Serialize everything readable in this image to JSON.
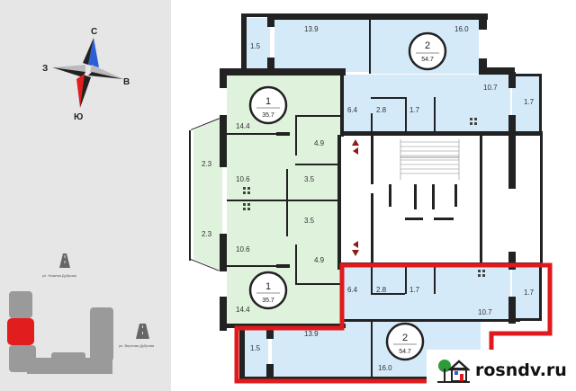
{
  "compass": {
    "north": "С",
    "south": "Ю",
    "west": "З",
    "east": "В"
  },
  "streets": {
    "top": "ул. Нижняя Дуброва",
    "right": "ул. Верхняя Дуброва"
  },
  "apartments": {
    "top_two_room": {
      "rooms": "2",
      "area": "54.7",
      "balcony": "1.5",
      "room_a": "13.9",
      "room_b": "16.0",
      "hall": "6.4",
      "bath": "2.8",
      "wc": "1.7",
      "kitchen": "10.7",
      "loggia": "1.7"
    },
    "upper_one_room": {
      "rooms": "1",
      "area": "35.7",
      "room": "14.4",
      "hall": "4.9",
      "bay": "2.3",
      "kitchen": "10.6",
      "bath": "3.5"
    },
    "lower_one_room": {
      "rooms": "1",
      "area": "35.7",
      "room": "14.4",
      "hall": "4.9",
      "bay": "2.3",
      "kitchen": "10.6",
      "bath": "3.5"
    },
    "bottom_two_room": {
      "rooms": "2",
      "area": "54.7",
      "balcony": "1.5",
      "room_a": "13.9",
      "room_b": "16.0",
      "hall": "6.4",
      "bath": "2.8",
      "wc": "1.7",
      "kitchen": "10.7",
      "loggia": "1.7"
    }
  },
  "colors": {
    "two_room": "#d4eaf9",
    "one_room": "#dff2dc",
    "highlight": "#e0191c",
    "wall": "#222222",
    "panel": "#e6e6e6"
  },
  "watermark": {
    "text": "rosndv.ru"
  }
}
